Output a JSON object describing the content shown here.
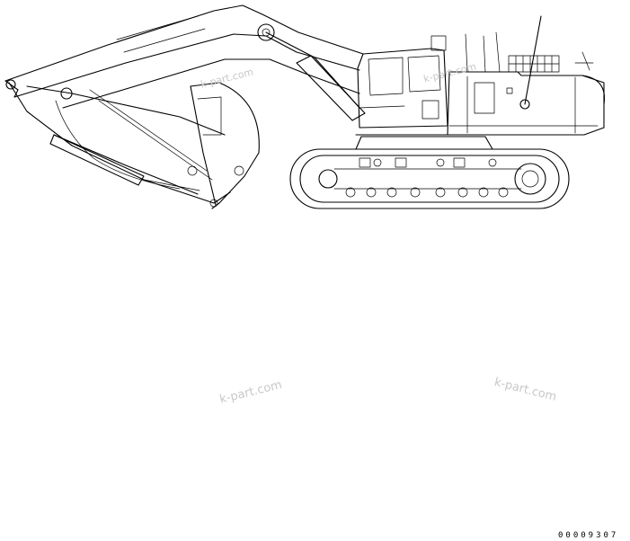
{
  "watermarks": [
    "k-part.com",
    "k-part.com",
    "k-part.com",
    "k-part.com"
  ],
  "callout": {
    "label": "",
    "target": "decal-on-engine-hood"
  },
  "drawing_number": "00009307"
}
